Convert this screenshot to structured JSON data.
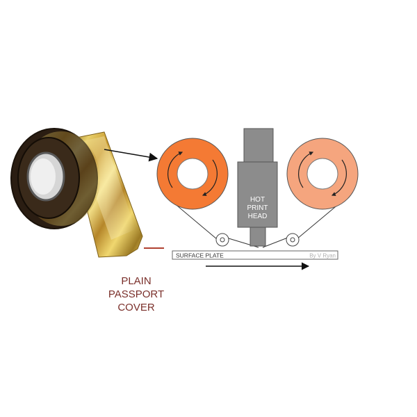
{
  "labels": {
    "head_line1": "HOT",
    "head_line2": "PRINT",
    "head_line3": "HEAD",
    "surface_plate": "SURFACE PLATE",
    "credit": "By V Ryan",
    "cover_line1": "PLAIN",
    "cover_line2": "PASSPORT",
    "cover_line3": "COVER"
  },
  "colors": {
    "left_roller": "#f47a34",
    "right_roller": "#f5a57e",
    "print_head": "#8c8c8c",
    "cover_text": "#7a2f2a",
    "cover_mark": "#b04030",
    "foil_gold": "#d9b84a",
    "background": "#ffffff"
  }
}
